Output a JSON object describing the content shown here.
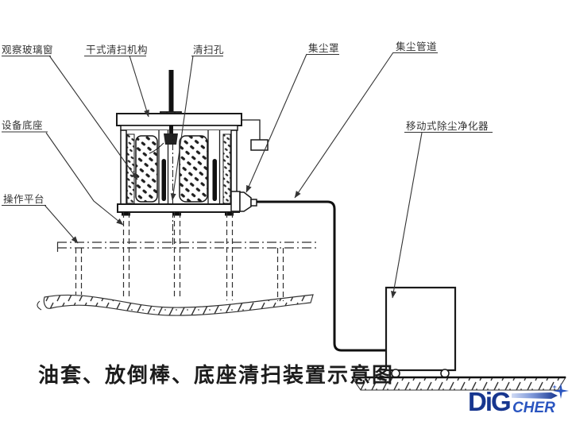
{
  "diagram": {
    "caption": "油套、放倒棒、底座清扫装置示意图",
    "labels": {
      "obs_window": "观察玻璃窗",
      "dry_mech": "干式清扫机构",
      "clean_hole": "清扫孔",
      "dust_hood": "集尘罩",
      "dust_pipe": "集尘管道",
      "equip_base": "设备底座",
      "platform": "操作平台",
      "purifier": "移动式除尘净化器"
    }
  },
  "logo": {
    "text1": "DiG",
    "text2": "CHER",
    "color_dark": "#17368f",
    "color_mid": "#2a55c0",
    "color_light": "#cfdaf4"
  },
  "colors": {
    "line": "#1a1a1a",
    "leader": "#333333",
    "background": "#ffffff"
  }
}
